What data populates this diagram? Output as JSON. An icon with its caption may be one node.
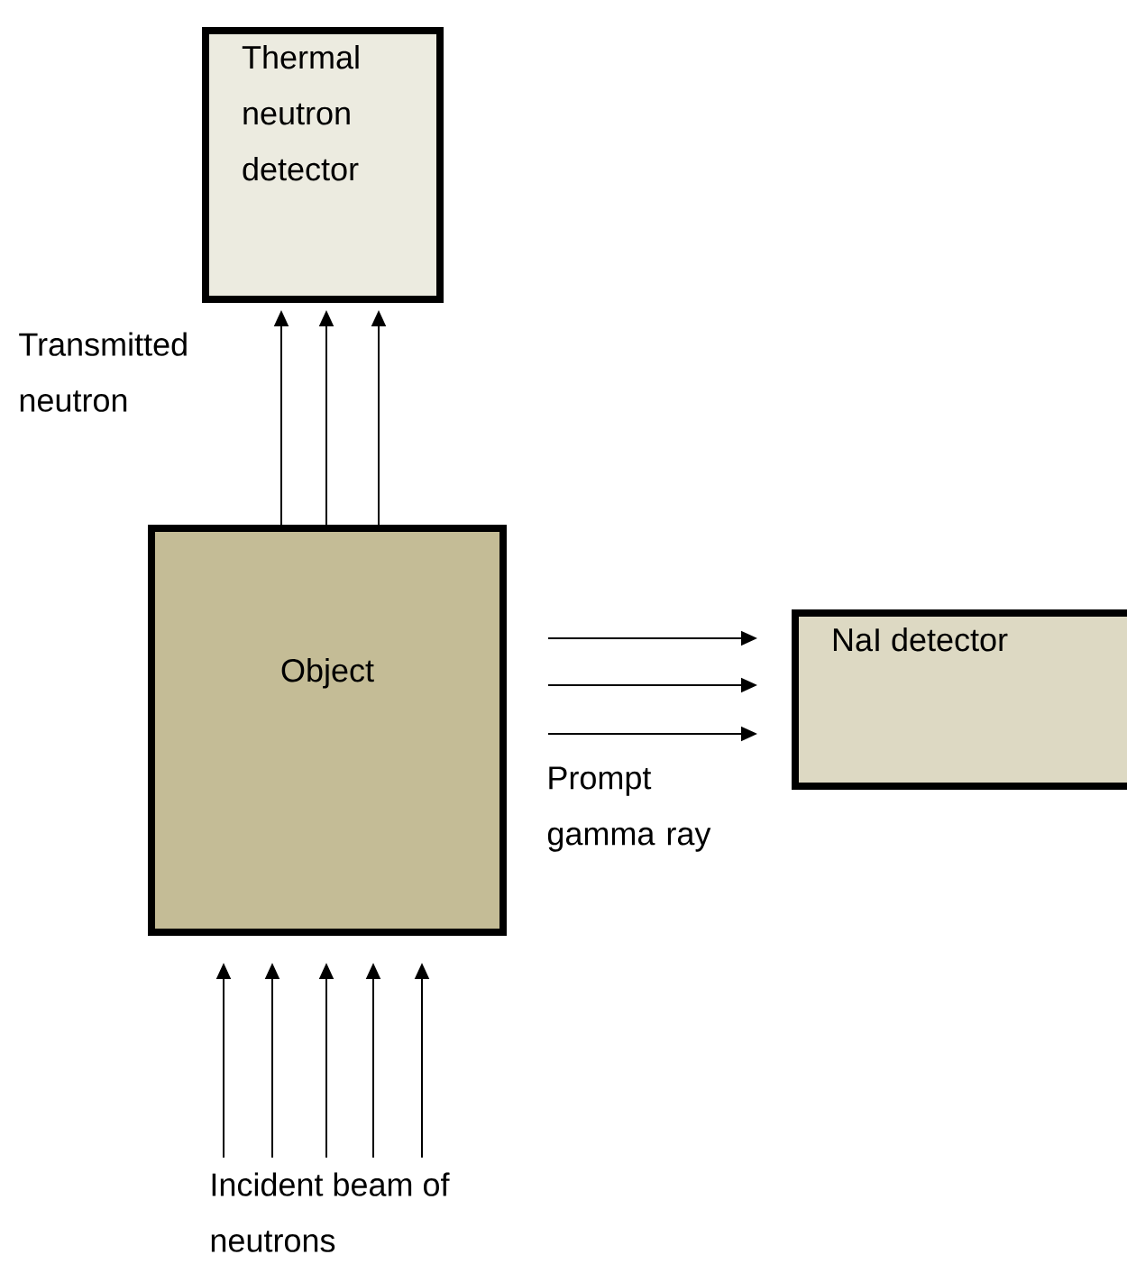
{
  "diagram": {
    "nodes": [
      {
        "text": [
          "Thermal neutron detector"
        ]
      },
      {
        "text": [
          "Object"
        ]
      },
      {
        "text": [
          "NaI detector"
        ]
      },
      {
        "text": [
          "Incident beam of neutrons"
        ]
      }
    ],
    "edges": [
      {
        "from": 1,
        "to": 0,
        "arrow": "to"
      },
      {
        "from": 1,
        "to": 0,
        "arrow": "to"
      },
      {
        "from": 1,
        "to": 0,
        "arrow": "to"
      },
      {
        "from": 1,
        "to": 2,
        "arrow": "to"
      },
      {
        "from": 1,
        "to": 2,
        "arrow": "to"
      },
      {
        "from": 1,
        "to": 2,
        "arrow": "to"
      },
      {
        "from": 3,
        "to": 1,
        "arrow": "to"
      },
      {
        "from": 3,
        "to": 1,
        "arrow": "to"
      },
      {
        "from": 3,
        "to": 1,
        "arrow": "to"
      },
      {
        "from": 3,
        "to": 1,
        "arrow": "to"
      },
      {
        "from": 3,
        "to": 1,
        "arrow": "to"
      }
    ],
    "labels": [
      "Transmitted neutron",
      "Prompt gamma ray"
    ]
  }
}
